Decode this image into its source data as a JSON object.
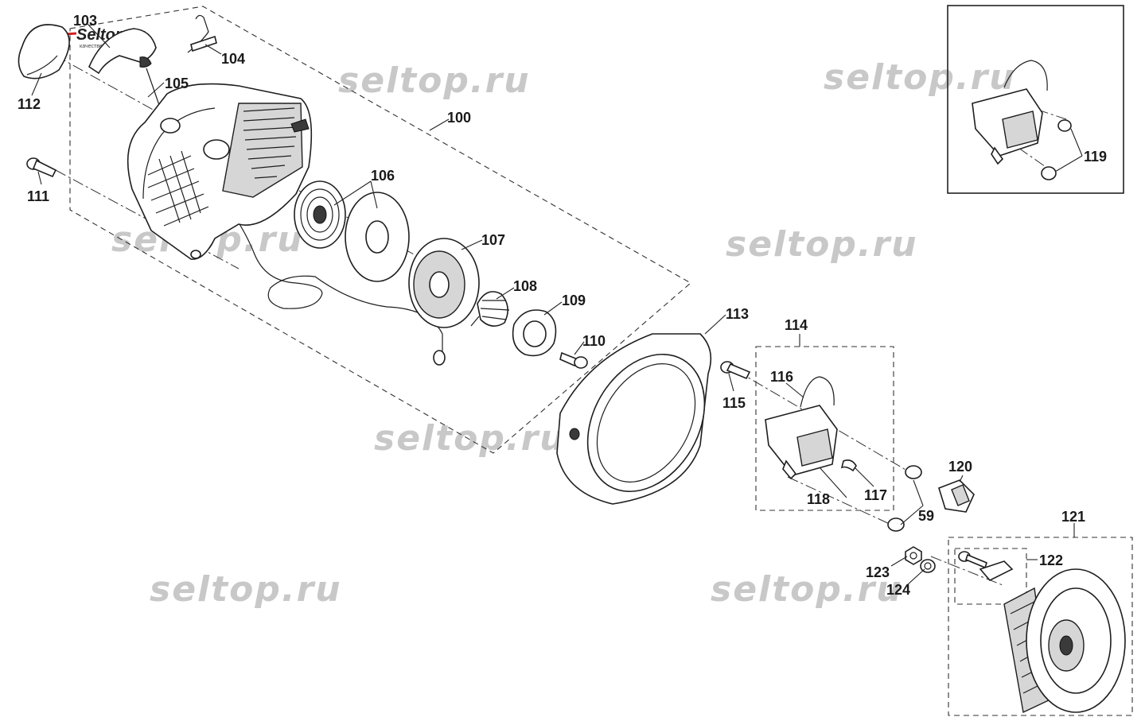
{
  "logo": {
    "text": "Seltop.ru",
    "tagline": "качественные запчасти"
  },
  "watermarks": [
    "seltop.ru",
    "seltop.ru",
    "seltop.ru",
    "seltop.ru",
    "seltop.ru",
    "seltop.ru",
    "seltop.ru"
  ],
  "labels": {
    "p59": "59",
    "p100": "100",
    "p103": "103",
    "p104": "104",
    "p105": "105",
    "p106": "106",
    "p107": "107",
    "p108": "108",
    "p109": "109",
    "p110": "110",
    "p111": "111",
    "p112": "112",
    "p113": "113",
    "p114": "114",
    "p115": "115",
    "p116": "116",
    "p117": "117",
    "p118": "118",
    "p119": "119",
    "p120": "120",
    "p121": "121",
    "p122": "122",
    "p123": "123",
    "p124": "124"
  }
}
